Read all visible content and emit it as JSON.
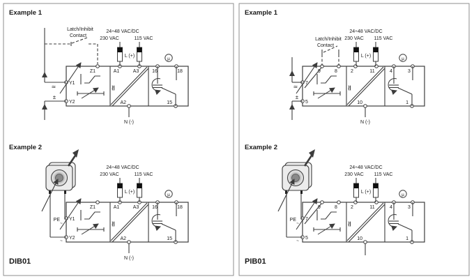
{
  "labels": {
    "example1": "Example 1",
    "example2": "Example 2",
    "latch_line1": "Latch/Inhibit",
    "latch_line2": "Contact",
    "supply_range": "24÷48 VAC/DC",
    "supply_230": "230 VAC",
    "supply_115": "115 VAC",
    "line_plus": "L (+)",
    "neutral_minus": "N (-)",
    "micro": "µ",
    "pe": "PE",
    "tilde": "~",
    "dc_symbol": "≃",
    "ac_symbol": "≃",
    "plus_minus": "±"
  },
  "models": {
    "left": "DIB01",
    "right": "PIB01"
  },
  "terminals": {
    "dib01": {
      "top": [
        "Z1",
        "A1",
        "A3",
        "16",
        "18"
      ],
      "left": [
        "Y1",
        "Y2"
      ],
      "bottom": [
        "A2",
        "15"
      ]
    },
    "pib01": {
      "top": [
        "9",
        "8",
        "2",
        "11",
        "4",
        "3"
      ],
      "left": [
        "7",
        "5"
      ],
      "bottom": [
        "10",
        "1"
      ]
    }
  },
  "colors": {
    "line": "#3c3c3c",
    "text": "#1a1a1a",
    "panel_border": "#8f8f8f",
    "fuse": "#101010",
    "sensor_face": "#ececec",
    "sensor_back": "#f4f4f4",
    "sensor_ring": "#dcdcdc",
    "sensor_mid": "#bfbfbf",
    "sensor_core": "#8a8a8a"
  }
}
